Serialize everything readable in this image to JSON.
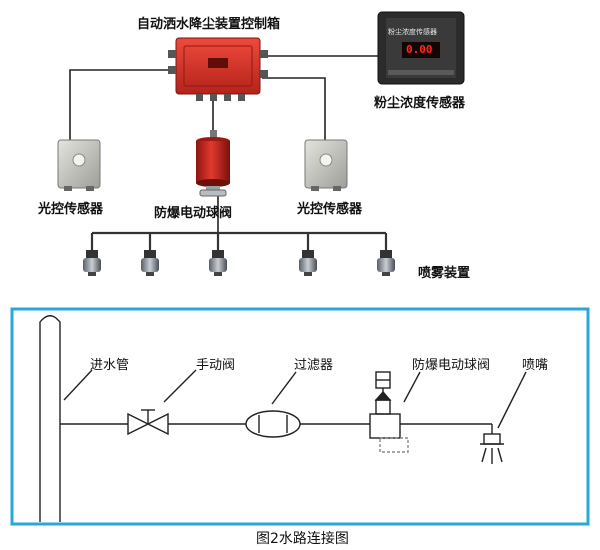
{
  "top": {
    "control_box": "自动洒水降尘装置控制箱",
    "dust_sensor": "粉尘浓度传感器",
    "light_sensor_left": "光控传感器",
    "valve": "防爆电动球阀",
    "light_sensor_right": "光控传感器",
    "spray_device": "喷雾装置",
    "sensor_screen": {
      "line1": "粉尘浓度传感器",
      "display": "0.00"
    }
  },
  "bottom": {
    "inlet_pipe": "进水管",
    "manual_valve": "手动阀",
    "filter": "过滤器",
    "electric_valve": "防爆电动球阀",
    "nozzle": "喷嘴"
  },
  "caption": "图2水路连接图",
  "colors": {
    "frame": "#2aa7d8",
    "control_box": "#d8322a",
    "cylinder": "#c8241c",
    "box_gray": "#bfbfb8",
    "sensor_body": "#2b2b2b",
    "display_red": "#ff2a1a"
  }
}
